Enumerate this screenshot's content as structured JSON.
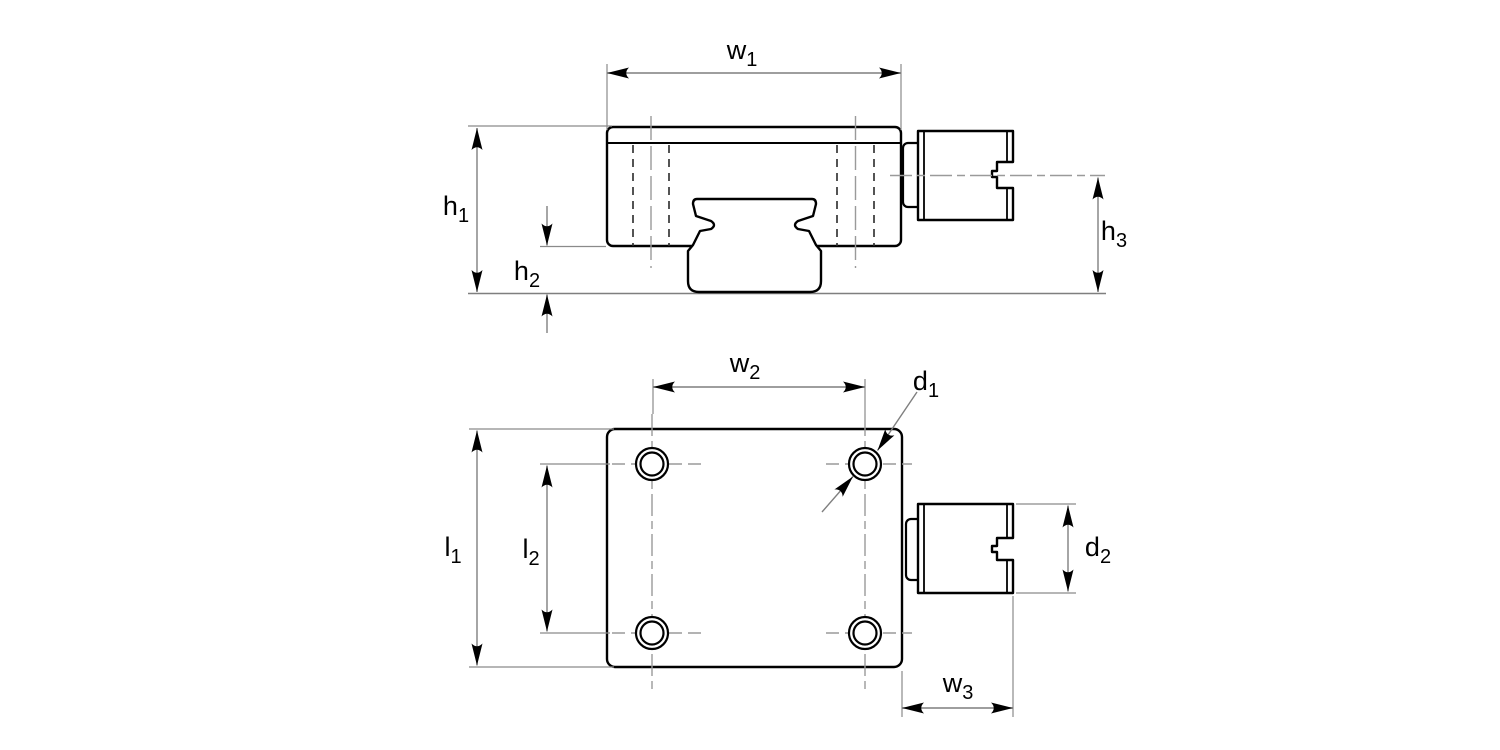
{
  "drawing": {
    "background": "#ffffff",
    "colors": {
      "part_outline": "#000000",
      "hidden_line": "#2a2a2a",
      "center_line": "#9a9a9a",
      "dimension_line": "#7f7f7f",
      "arrowhead": "#000000",
      "label_text": "#000000"
    },
    "labels": {
      "w1": {
        "base": "w",
        "sub": "1"
      },
      "h1": {
        "base": "h",
        "sub": "1"
      },
      "h2": {
        "base": "h",
        "sub": "2"
      },
      "h3": {
        "base": "h",
        "sub": "3"
      },
      "w2": {
        "base": "w",
        "sub": "2"
      },
      "d1": {
        "base": "d",
        "sub": "1"
      },
      "l1": {
        "base": "l",
        "sub": "1"
      },
      "l2": {
        "base": "l",
        "sub": "2"
      },
      "d2": {
        "base": "d",
        "sub": "2"
      },
      "w3": {
        "base": "w",
        "sub": "3"
      }
    }
  }
}
